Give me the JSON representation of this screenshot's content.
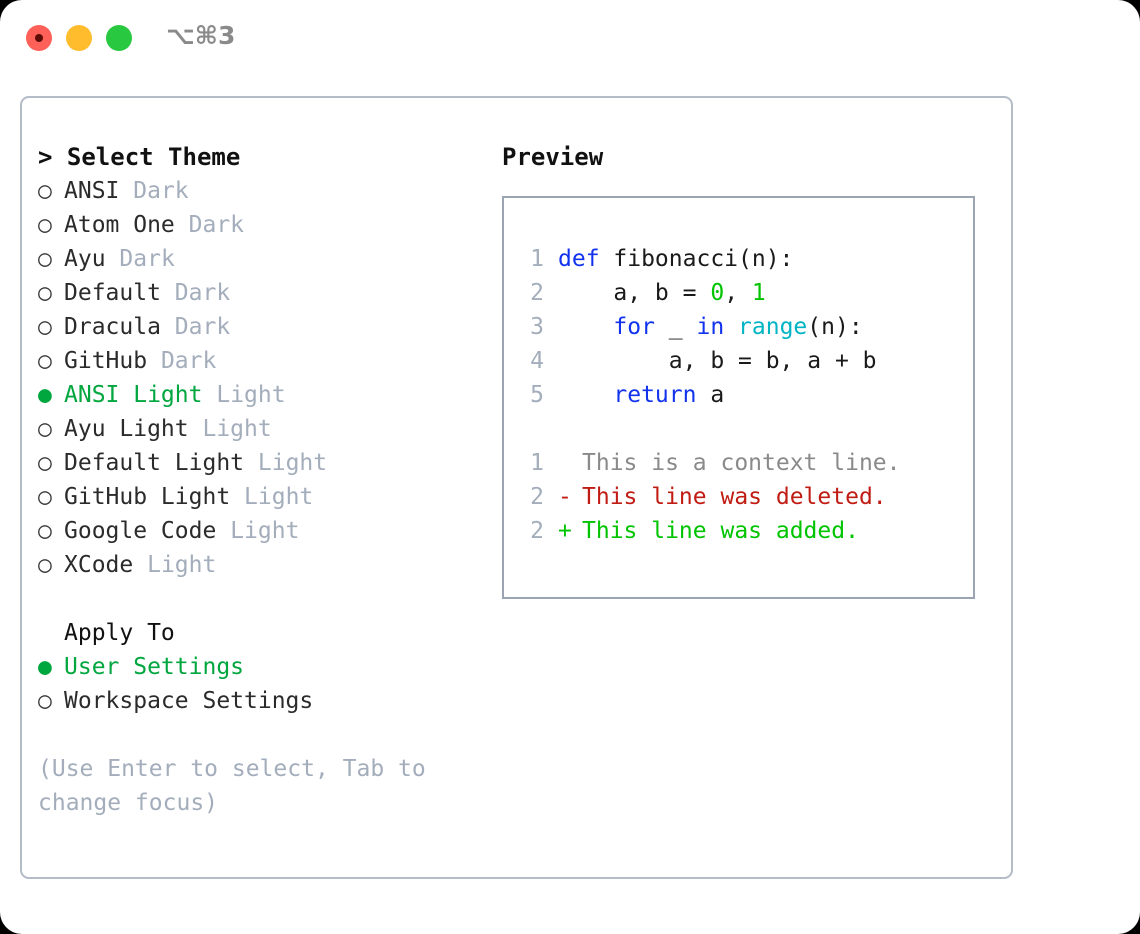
{
  "titlebar": {
    "shortcut": "⌥⌘3",
    "buttons": [
      {
        "name": "close",
        "color": "#ff6058"
      },
      {
        "name": "minimize",
        "color": "#ffbd2e"
      },
      {
        "name": "zoom",
        "color": "#28c840"
      }
    ]
  },
  "theme_picker": {
    "header_prompt": ">",
    "header_label": "Select Theme",
    "selected_bullet": "●",
    "unselected_bullet": "○",
    "items": [
      {
        "name": "ANSI",
        "tag": "Dark",
        "selected": false
      },
      {
        "name": "Atom One",
        "tag": "Dark",
        "selected": false
      },
      {
        "name": "Ayu",
        "tag": "Dark",
        "selected": false
      },
      {
        "name": "Default",
        "tag": "Dark",
        "selected": false
      },
      {
        "name": "Dracula",
        "tag": "Dark",
        "selected": false
      },
      {
        "name": "GitHub",
        "tag": "Dark",
        "selected": false
      },
      {
        "name": "ANSI Light",
        "tag": "Light",
        "selected": true
      },
      {
        "name": "Ayu Light",
        "tag": "Light",
        "selected": false
      },
      {
        "name": "Default Light",
        "tag": "Light",
        "selected": false
      },
      {
        "name": "GitHub Light",
        "tag": "Light",
        "selected": false
      },
      {
        "name": "Google Code",
        "tag": "Light",
        "selected": false
      },
      {
        "name": "XCode",
        "tag": "Light",
        "selected": false
      }
    ]
  },
  "apply_to": {
    "label": "Apply To",
    "items": [
      {
        "name": "User Settings",
        "selected": true
      },
      {
        "name": "Workspace Settings",
        "selected": false
      }
    ]
  },
  "hint": "(Use Enter to select, Tab to change focus)",
  "preview": {
    "title": "Preview",
    "code_lines": [
      {
        "num": "1",
        "tokens": [
          {
            "t": "def ",
            "c": "kw"
          },
          {
            "t": "fibonacci(n):",
            "c": "plain"
          }
        ]
      },
      {
        "num": "2",
        "tokens": [
          {
            "t": "    a, b = ",
            "c": "plain"
          },
          {
            "t": "0",
            "c": "num"
          },
          {
            "t": ", ",
            "c": "plain"
          },
          {
            "t": "1",
            "c": "num"
          }
        ]
      },
      {
        "num": "3",
        "tokens": [
          {
            "t": "    ",
            "c": "plain"
          },
          {
            "t": "for",
            "c": "kw"
          },
          {
            "t": " _ ",
            "c": "plain"
          },
          {
            "t": "in",
            "c": "kw"
          },
          {
            "t": " ",
            "c": "plain"
          },
          {
            "t": "range",
            "c": "fn"
          },
          {
            "t": "(n):",
            "c": "plain"
          }
        ]
      },
      {
        "num": "4",
        "tokens": [
          {
            "t": "        a, b = b, a + b",
            "c": "plain"
          }
        ]
      },
      {
        "num": "5",
        "tokens": [
          {
            "t": "    ",
            "c": "plain"
          },
          {
            "t": "return",
            "c": "kw"
          },
          {
            "t": " a",
            "c": "plain"
          }
        ]
      }
    ],
    "diff_lines": [
      {
        "num": "1",
        "mark": " ",
        "text": "This is a context line.",
        "kind": "ctx"
      },
      {
        "num": "2",
        "mark": "-",
        "text": "This line was deleted.",
        "kind": "del"
      },
      {
        "num": "2",
        "mark": "+",
        "text": "This line was added.",
        "kind": "add"
      }
    ]
  },
  "colors": {
    "accent_green": "#00a63e",
    "muted": "#a3adbb",
    "keyword_blue": "#1133ee",
    "function_cyan": "#00b4c4",
    "number_green": "#00c400",
    "diff_delete_red": "#c01c13",
    "diff_add_green": "#00c400",
    "border": "#b4bcc8"
  }
}
